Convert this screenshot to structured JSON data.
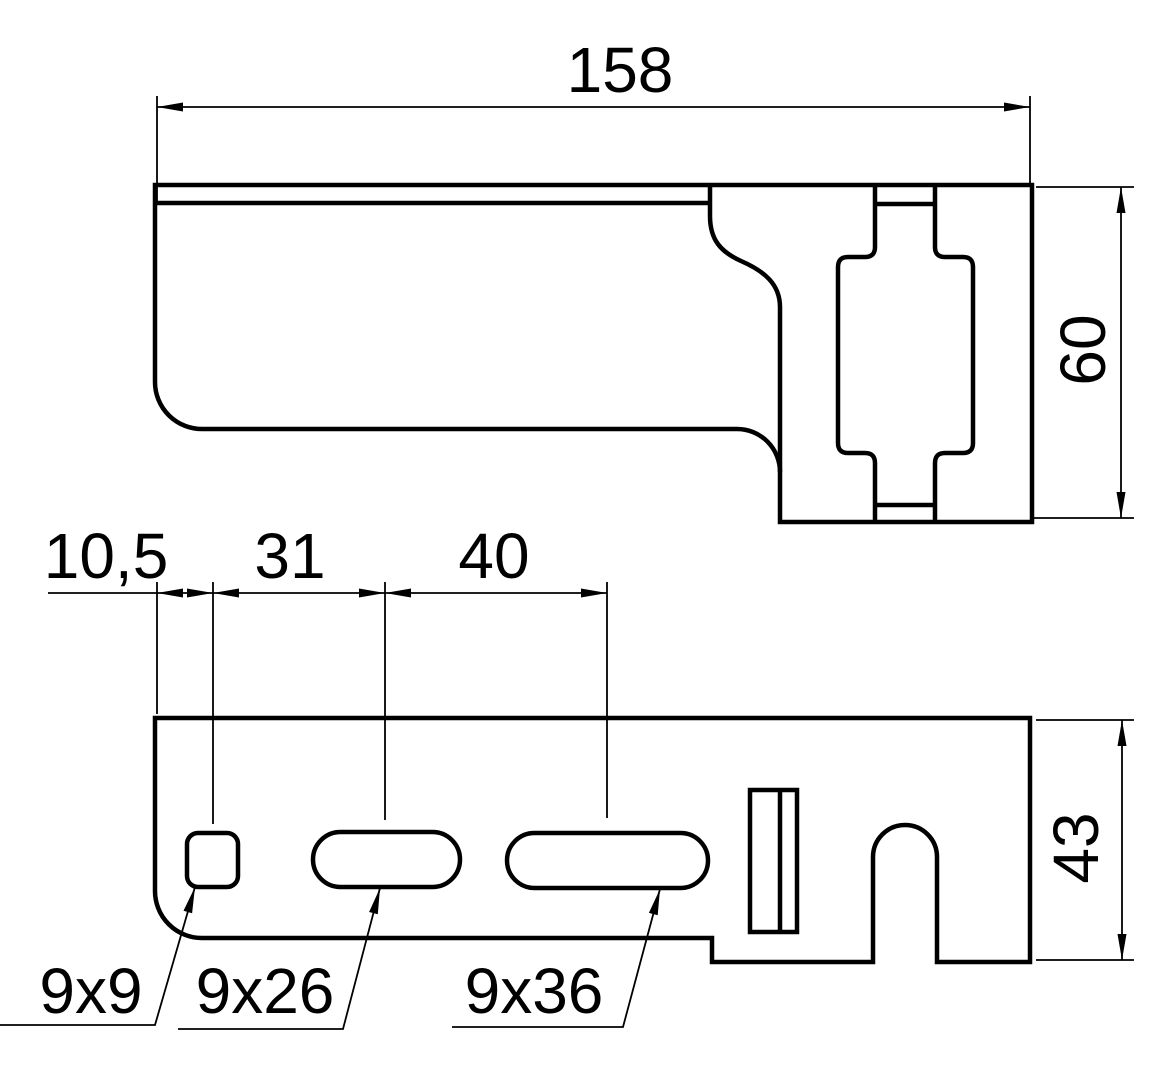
{
  "drawing_type": "technical-dimension-drawing",
  "part": "sheet-metal bracket, two orthographic views",
  "dims": {
    "overall_length": "158",
    "flange_height": "60",
    "first_hole_offset": "10,5",
    "hole_pitch_a": "31",
    "hole_pitch_b": "40",
    "base_height": "43"
  },
  "callouts": {
    "square_hole": "9x9",
    "small_slot": "9x26",
    "large_slot": "9x36"
  },
  "colors": {
    "ink": "#000000",
    "paper": "#ffffff"
  }
}
